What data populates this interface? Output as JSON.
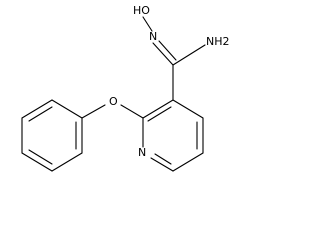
{
  "diagram": {
    "type": "chemical-structure",
    "atom_labels": {
      "hydroxyl": "HO",
      "oxime_nitrogen": "N",
      "amine": "NH2",
      "ether_oxygen": "O",
      "pyridine_nitrogen": "N"
    },
    "colors": {
      "bond": "#000000",
      "label": "#000000",
      "background": "#ffffff"
    }
  }
}
